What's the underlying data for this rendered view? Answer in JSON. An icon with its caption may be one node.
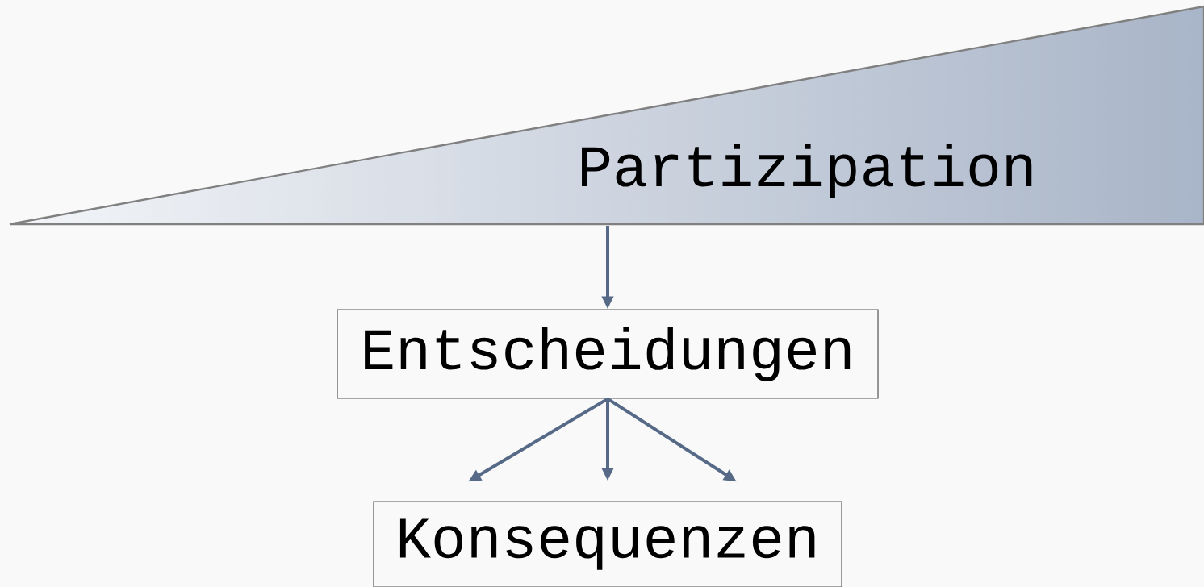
{
  "diagram": {
    "nodes": [
      {
        "text": [
          "Partizipation"
        ]
      },
      {
        "text": [
          "Entscheidungen"
        ]
      },
      {
        "text": [
          "Konsequenzen"
        ]
      }
    ],
    "edges": [
      {
        "from": 0,
        "to": 1,
        "arrow": "to"
      },
      {
        "from": 1,
        "to": 2,
        "arrow": "to"
      },
      {
        "from": 1,
        "to": 2,
        "arrow": "to"
      },
      {
        "from": 1,
        "to": 2,
        "arrow": "to"
      }
    ]
  }
}
